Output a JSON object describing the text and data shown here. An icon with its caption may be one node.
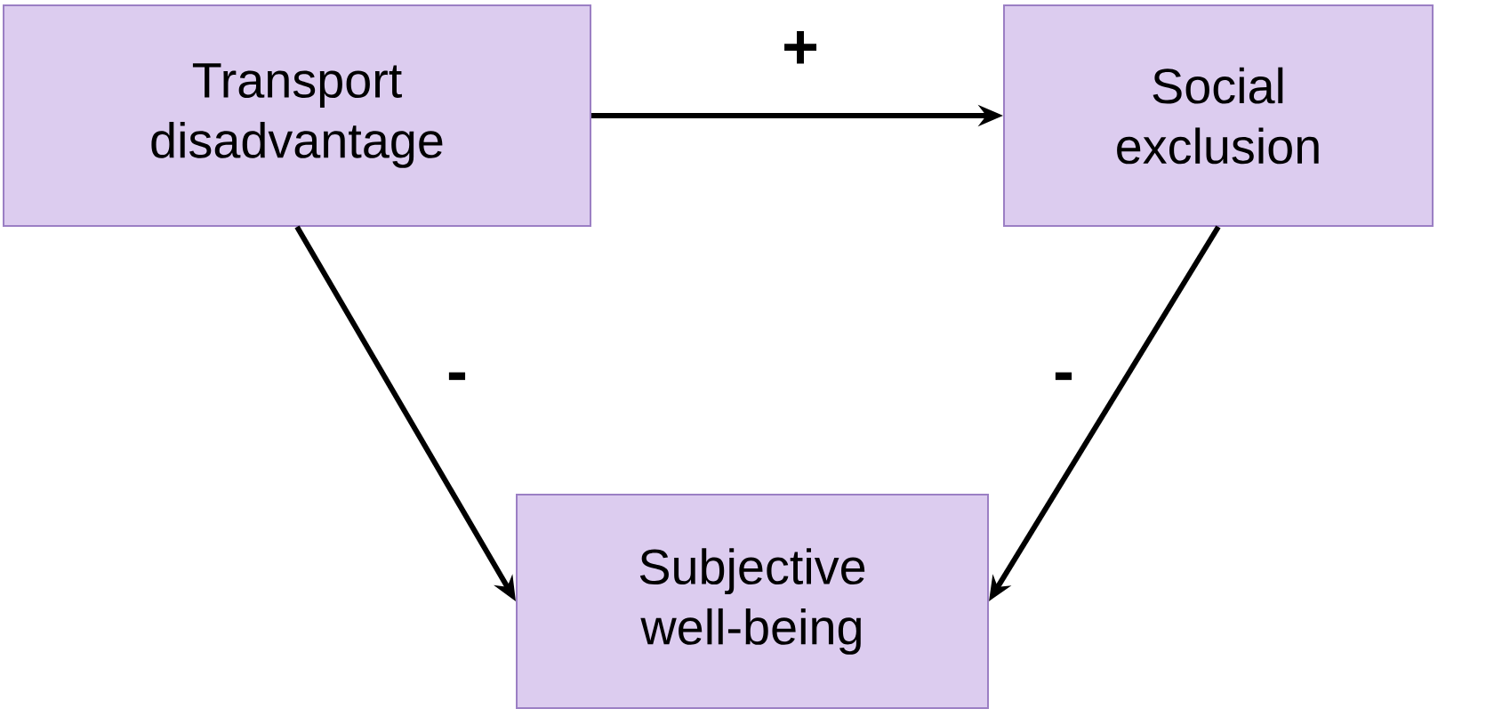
{
  "diagram": {
    "nodes": [
      {
        "text": [
          "Transport disadvantage"
        ]
      },
      {
        "text": [
          "Social exclusion"
        ]
      },
      {
        "text": [
          "Subjective well-being"
        ]
      }
    ],
    "edges": [
      {
        "from": 0,
        "to": 1,
        "arrow": "to",
        "label": "+"
      },
      {
        "from": 0,
        "to": 2,
        "arrow": "to",
        "label": "-"
      },
      {
        "from": 1,
        "to": 2,
        "arrow": "to",
        "label": "-"
      }
    ]
  }
}
